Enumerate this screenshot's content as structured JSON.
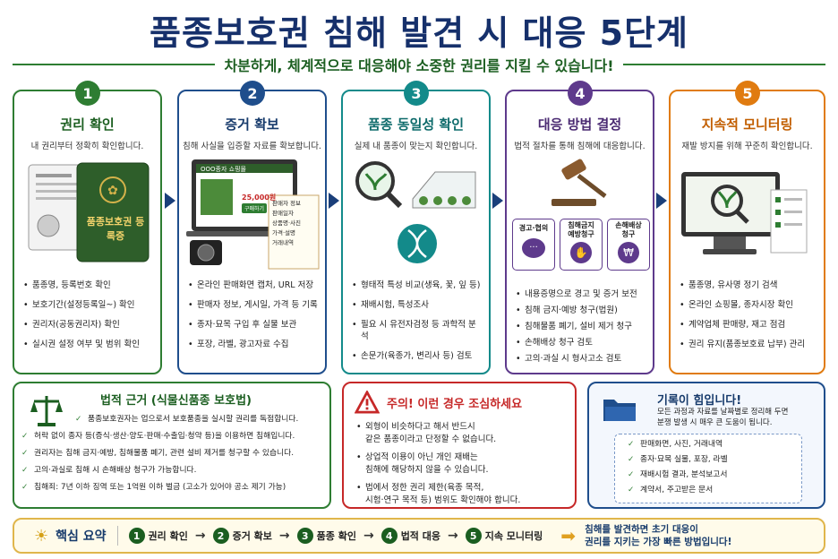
{
  "title": "품종보호권 침해 발견 시 대응 5단계",
  "subtitle": "차분하게, 체계적으로 대응해야 소중한 권리를 지킬 수 있습니다!",
  "steps": [
    {
      "num": "1",
      "title": "권리 확인",
      "desc": "내 권리부터 정확히 확인합니다.",
      "color": "#2e7d32",
      "card_text": "품종보호권 등록증",
      "bullets": [
        "품종명, 등록번호 확인",
        "보호기간(설정등록일~) 확인",
        "권리자(공동권리자) 확인",
        "실시권 설정 여부 및 범위 확인"
      ]
    },
    {
      "num": "2",
      "title": "증거 확보",
      "desc": "침해 사실을 입증할 자료를 확보합니다.",
      "color": "#1f4e8c",
      "mall": "OOO종자 쇼핑몰",
      "price": "25,000원",
      "buy": "구매하기",
      "memo": [
        "판매자 정보",
        "판매일자",
        "상품명·사진",
        "가격·설명",
        "거래내역"
      ],
      "bullets": [
        "온라인 판매화면 캡처, URL 저장",
        "판매자 정보, 게시일, 가격 등 기록",
        "종자·묘목 구입 후 실물 보관",
        "포장, 라벨, 광고자료 수집"
      ]
    },
    {
      "num": "3",
      "title": "품종 동일성 확인",
      "desc": "실제 내 품종이 맞는지 확인합니다.",
      "color": "#138a8a",
      "bullets": [
        "형태적 특성 비교(생육, 꽃, 잎 등)",
        "재배시험, 특성조사",
        "필요 시 유전자검정 등 과학적 분석",
        "손문가(육종가, 변리사 등) 검토"
      ]
    },
    {
      "num": "4",
      "title": "대응 방법 결정",
      "desc": "법적 절차를 통해 침해에 대응합니다.",
      "color": "#5e3a8c",
      "options": [
        "경고·협의",
        "침해금지\n예방청구",
        "손해배상\n청구"
      ],
      "bullets": [
        "내용증명으로 경고 및 증거 보전",
        "침해 금지·예방 청구(법원)",
        "침해물품 폐기, 설비 제거 청구",
        "손해배상 청구 검토",
        "고의·과실 시 형사고소 검토"
      ]
    },
    {
      "num": "5",
      "title": "지속적 모니터링",
      "desc": "재발 방지를 위해 꾸준히 확인합니다.",
      "color": "#e07b10",
      "bullets": [
        "품종명, 유사명 정기 검색",
        "온라인 쇼핑몰, 종자시장 확인",
        "계약업체 판매량, 재고 점검",
        "권리 유지(품종보호료 납부) 관리"
      ]
    }
  ],
  "legal": {
    "title": "법적 근거 (식물신품종 보호법)",
    "items": [
      "품종보호권자는 업으로서 보호품종을 실시할 권리를 독점합니다.",
      "허락 없이 종자 등(증식·생산·양도·판매·수출입·청약 등)을 이용하면 침해입니다.",
      "권리자는 침해 금지·예방, 침해물품 폐기, 관련 설비 제거를 청구할 수 있습니다.",
      "고의·과실로 침해 시 손해배상 청구가 가능합니다.",
      "침해죄: 7년 이하 징역 또는 1억원 이하 벌금  (고소가 있어야 공소 제기 가능)"
    ]
  },
  "warning": {
    "title": "주의! 이런 경우 조심하세요",
    "items": [
      "외형이 비슷하다고 해서 반드시\n같은 품종이라고 단정할 수 없습니다.",
      "상업적 이용이 아닌 개인 재배는\n침해에 해당하지 않을 수 있습니다.",
      "법에서 정한 권리 제한(육종 목적,\n시험·연구 목적 등) 범위도 확인해야 합니다."
    ]
  },
  "record": {
    "title": "기록이 힘입니다!",
    "desc": "모든 과정과 자료를 날짜별로 정리해 두면\n분쟁 발생 시 매우 큰 도움이 됩니다.",
    "items": [
      "판매화면, 사진, 거래내역",
      "종자·묘목 실물, 포장, 라벨",
      "재배시험 결과, 분석보고서",
      "계약서, 주고받은 문서"
    ]
  },
  "summary": {
    "label": "핵심 요약",
    "steps": [
      "권리 확인",
      "증거 확보",
      "품종 확인",
      "법적 대응",
      "지속 모니터링"
    ],
    "message": "침해를 발견하면 초기 대응이\n권리를 지키는 가장 빠른 방법입니다!"
  }
}
